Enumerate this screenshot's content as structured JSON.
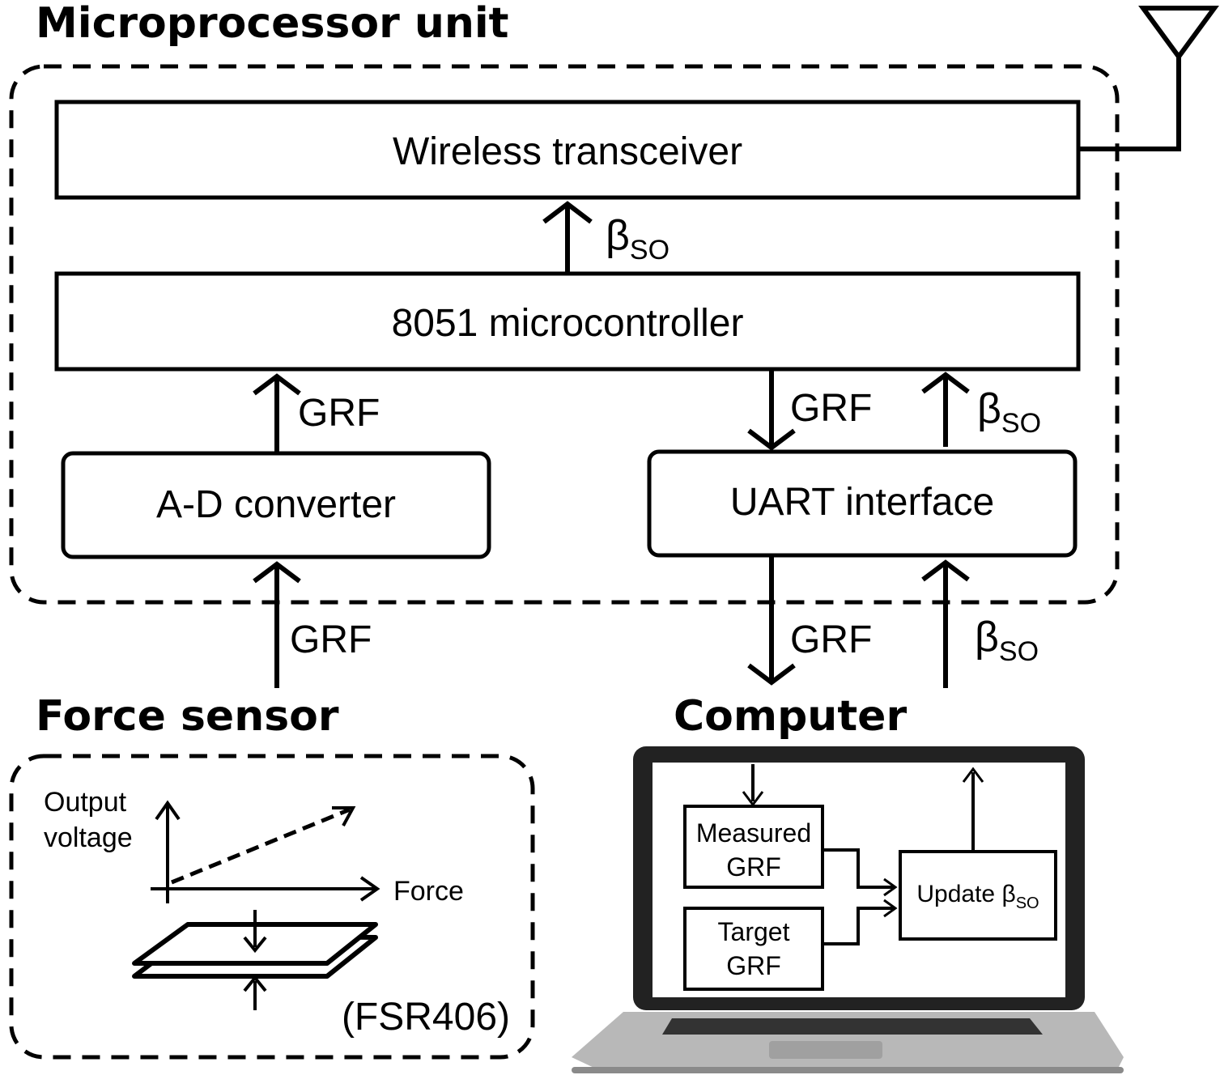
{
  "groups": {
    "microprocessor": "Microprocessor unit",
    "force_sensor": "Force sensor",
    "computer": "Computer"
  },
  "blocks": {
    "wireless": "Wireless transceiver",
    "mcu": "8051 microcontroller",
    "adc": "A-D converter",
    "uart": "UART interface",
    "measured_l1": "Measured",
    "measured_l2": "GRF",
    "target_l1": "Target",
    "target_l2": "GRF",
    "update": "Update β",
    "update_sub": "SO"
  },
  "signals": {
    "grf": "GRF",
    "beta": "β",
    "beta_sub": "SO"
  },
  "sensor_plot": {
    "ylabel_l1": "Output",
    "ylabel_l2": "voltage",
    "xlabel": "Force",
    "model": "(FSR406)"
  },
  "colors": {
    "laptop_body": "#b8b8b8",
    "laptop_bezel": "#222222",
    "keyboard": "#333333"
  }
}
